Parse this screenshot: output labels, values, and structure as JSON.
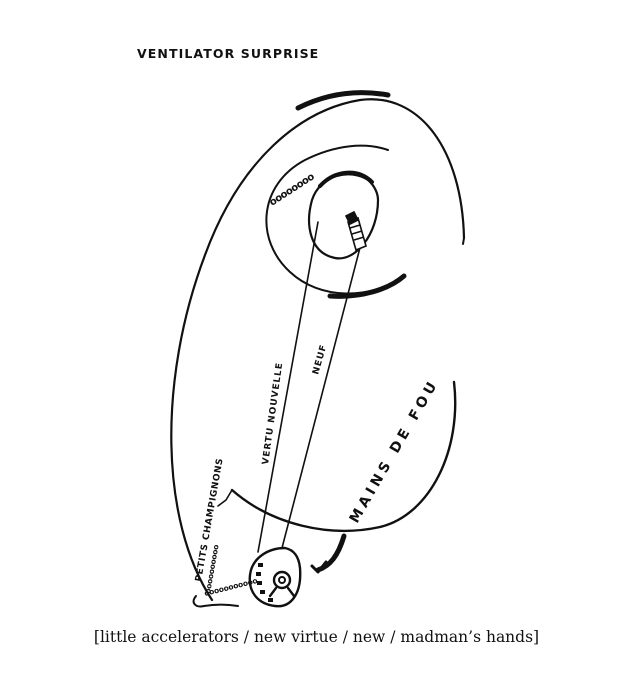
{
  "title": "VENTILATOR SURPRISE",
  "labels": {
    "petits_champignons": "PETITS CHAMPIGNONS",
    "vertu_nouvelle": "VERTU NOUVELLE",
    "neuf": "NEUF",
    "mains_de_fou": "MAINS DE FOU",
    "o_row_top": "oooooooo",
    "o_row_left_1": "oooooooooo",
    "o_row_left_2": "ooooooooooo"
  },
  "caption": "[little accelerators / new virtue / new / madman’s hands]",
  "colors": {
    "ink": "#111111",
    "paper": "#ffffff"
  }
}
